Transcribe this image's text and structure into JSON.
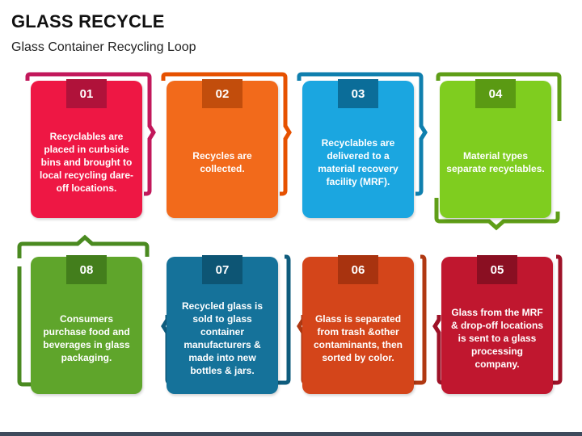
{
  "title": "GLASS RECYCLE",
  "subtitle": "Glass Container Recycling Loop",
  "steps": [
    {
      "num": "01",
      "text": "Recyclables are placed in curbside bins and brought to local recycling dare-off locations.",
      "color": "#ee1744",
      "frame": "#c2185b",
      "badge": "#b0123a"
    },
    {
      "num": "02",
      "text": "Recycles are collected.",
      "color": "#f26a1b",
      "frame": "#e65100",
      "badge": "#c24d0c"
    },
    {
      "num": "03",
      "text": "Recyclables are delivered to a material recovery facility (MRF).",
      "color": "#1ba6e0",
      "frame": "#0f7fae",
      "badge": "#0b6d99"
    },
    {
      "num": "04",
      "text": "Material types separate recyclables.",
      "color": "#7fcd1f",
      "frame": "#5f9e17",
      "badge": "#5a9a13"
    },
    {
      "num": "05",
      "text": "Glass from the MRF & drop-off locations is sent to a glass processing company.",
      "color": "#c0172f",
      "frame": "#9e1228",
      "badge": "#8a0f22"
    },
    {
      "num": "06",
      "text": "Glass is separated from trash &other contaminants, then sorted by color.",
      "color": "#d4451a",
      "frame": "#b03812",
      "badge": "#a8330f"
    },
    {
      "num": "07",
      "text": "Recycled glass is sold to glass container manufacturers & made into new bottles & jars.",
      "color": "#15729a",
      "frame": "#0f5c7d",
      "badge": "#0d5574"
    },
    {
      "num": "08",
      "text": "Consumers purchase food and beverages in glass packaging.",
      "color": "#5fa52b",
      "frame": "#4a8a20",
      "badge": "#437e1c"
    }
  ]
}
